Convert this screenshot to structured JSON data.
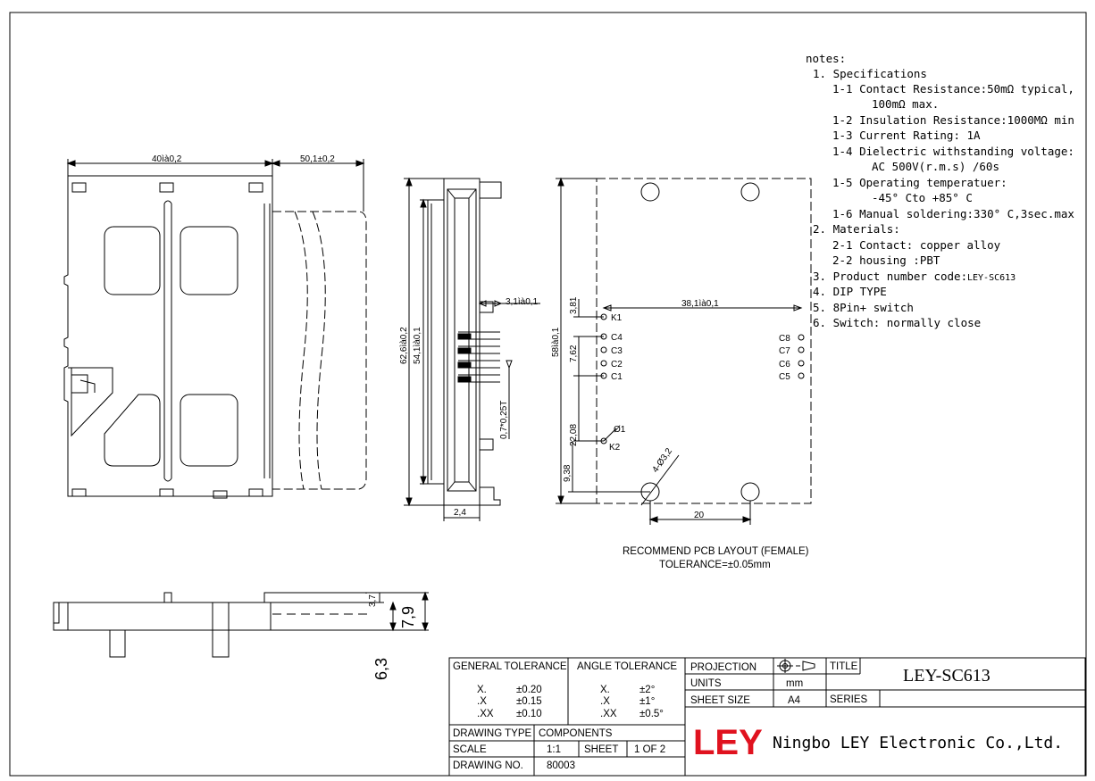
{
  "notes": {
    "heading": "notes:",
    "lines": [
      "1. Specifications",
      "1-1   Contact Resistance:50mΩ typical,",
      "100mΩ max.",
      "1-2   Insulation Resistance:1000MΩ min",
      "1-3   Current Rating: 1A",
      "1-4   Dielectric withstanding voltage:",
      "AC 500V(r.m.s) /60s",
      "1-5   Operating temperatuer:",
      "-45° Cto +85° C",
      "1-6   Manual soldering:330° C,3sec.max",
      "2. Materials:",
      "2-1    Contact: copper alloy",
      "2-2    housing :PBT",
      "3. Product number code:",
      "4. DIP TYPE",
      "5. 8Pin+ switch",
      "6. Switch:  normally close"
    ],
    "product_code": "LEY-SC613"
  },
  "front_view": {
    "width": "40ìà0,2",
    "extension": "50,1±0,2"
  },
  "side_view": {
    "height_outer": "62,6ìà0,2",
    "height_inner": "54,1ìà0,1",
    "pin_offset": "3,1ìà0,1",
    "pin_size": "0,7*0,25T",
    "base": "2,4"
  },
  "pcb": {
    "height": "58ìà0,1",
    "top_offset": "3,81",
    "pitch": "7,62",
    "mid": "22,08",
    "bottom": "9,38",
    "width": "38,1ìà0,1",
    "hole_spacing": "20",
    "hole_dia": "4-Ø3,2",
    "pin_dia": "Ø1",
    "left_pins": [
      "K1",
      "C4",
      "C3",
      "C2",
      "C1",
      "K2"
    ],
    "right_pins": [
      "C8",
      "C7",
      "C6",
      "C5"
    ],
    "caption": "RECOMMEND PCB LAYOUT (FEMALE)",
    "tolerance": "TOLERANCE=±0.05mm"
  },
  "bottom_view": {
    "h1": "3,7",
    "h2": "7,9",
    "h3": "6,3"
  },
  "title_block": {
    "gen_tol_label": "GENERAL TOLERANCE",
    "gen_tol": [
      [
        "X.",
        "±0.20"
      ],
      [
        ".X",
        "±0.15"
      ],
      [
        ".XX",
        "±0.10"
      ]
    ],
    "ang_tol_label": "ANGLE TOLERANCE",
    "ang_tol": [
      [
        "X.",
        "±2°"
      ],
      [
        ".X",
        "±1°"
      ],
      [
        ".XX",
        "±0.5°"
      ]
    ],
    "projection_label": "PROJECTION",
    "units_label": "UNITS",
    "units": "mm",
    "sheet_size_label": "SHEET SIZE",
    "sheet_size": "A4",
    "title_label": "TITLE",
    "title": "LEY-SC613",
    "series_label": "SERIES",
    "drawing_type_label": "DRAWING TYPE",
    "drawing_type": "COMPONENTS",
    "scale_label": "SCALE",
    "scale": "1:1",
    "sheet_label": "SHEET",
    "sheet": "1 OF 2",
    "drawing_no_label": "DRAWING NO.",
    "drawing_no": "80003",
    "logo": "LEY",
    "company": "Ningbo LEY Electronic Co.,Ltd."
  },
  "colors": {
    "ink": "#000000",
    "logo_red": "#e0121f",
    "dim_line": "#222222"
  }
}
